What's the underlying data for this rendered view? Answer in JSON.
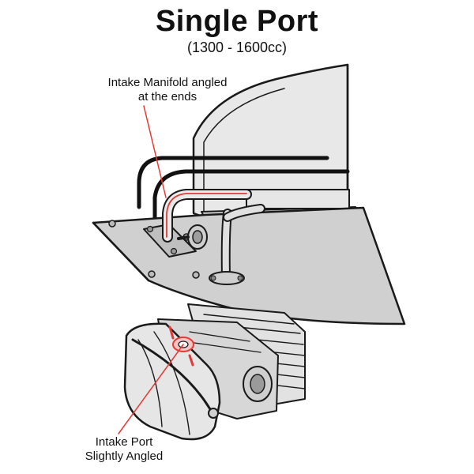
{
  "title": "Single Port",
  "subtitle": "(1300 - 1600cc)",
  "callouts": {
    "manifold": [
      "Intake Manifold angled",
      "at the ends"
    ],
    "port": [
      "Intake Port",
      "Slightly Angled"
    ]
  },
  "colors": {
    "outline": "#1a1a1a",
    "metal_light": "#ececec",
    "metal_mid": "#d6d6d6",
    "metal_dark": "#bcbcbc",
    "highlight": "#e53935"
  }
}
